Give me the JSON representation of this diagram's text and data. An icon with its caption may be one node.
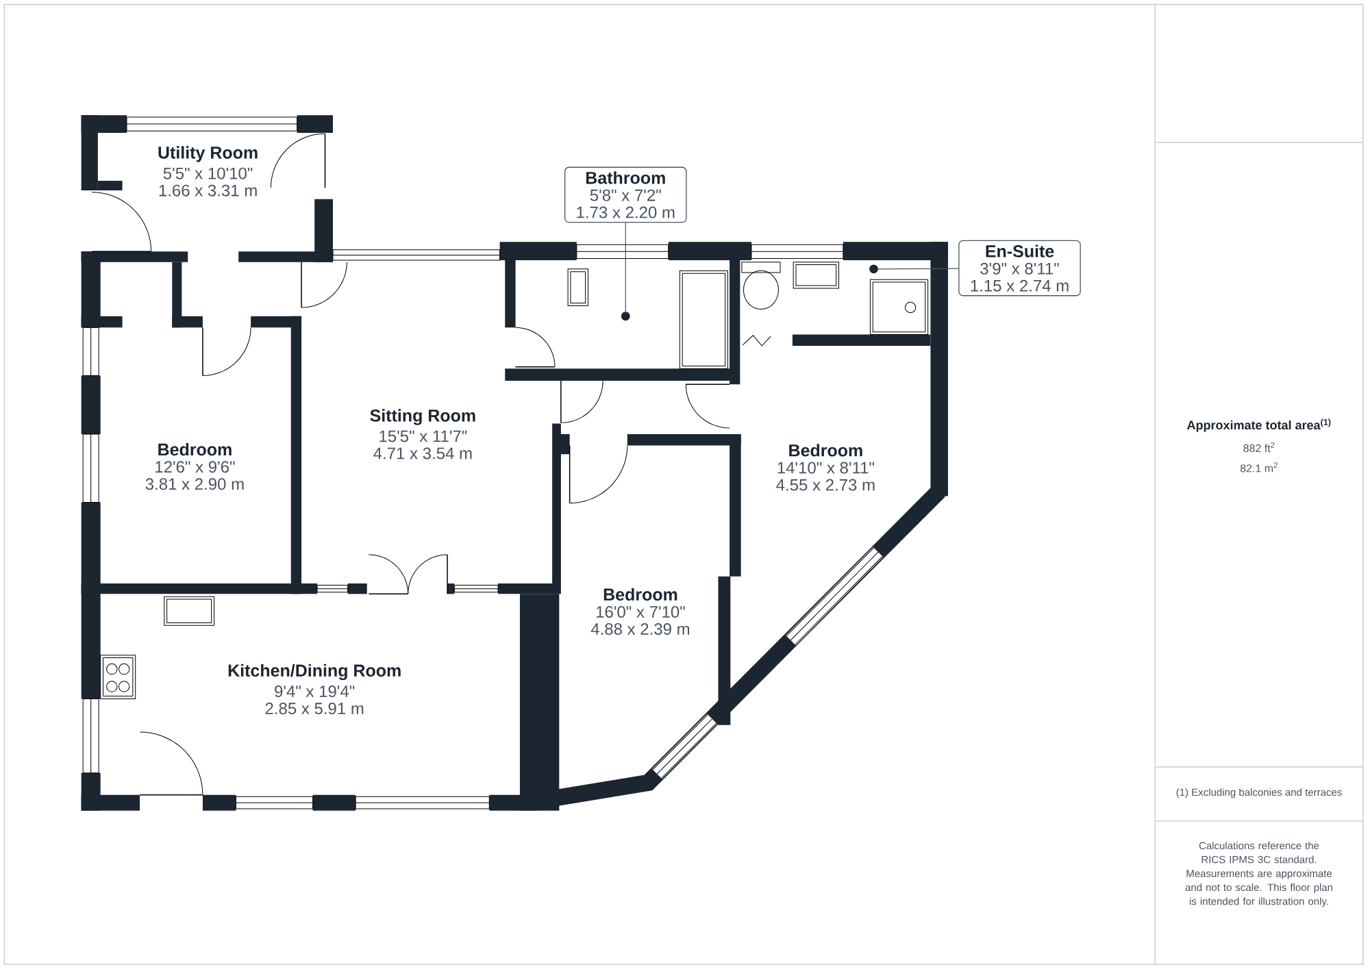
{
  "diagram": {
    "nodes": [
      {
        "text": [
          "Utility Room",
          "5'5\" x 10'10\"",
          "1.66 x 3.31 m"
        ]
      },
      {
        "text": [
          "Bathroom",
          "5'8\" x 7'2\"",
          "1.73 x 2.20 m"
        ]
      },
      {
        "text": [],
        "shape": "circle"
      },
      {
        "text": [
          "En-Suite",
          "3'9\" x 8'11\"",
          "1.15 x 2.74 m"
        ]
      },
      {
        "text": [],
        "shape": "circle"
      },
      {
        "text": [
          "Sitting Room",
          "15'5\" x 11'7\"",
          "4.71 x 3.54 m"
        ]
      },
      {
        "text": [
          "Bedroom",
          "12'6\" x 9'6\"",
          "3.81 x 2.90 m"
        ]
      },
      {
        "text": [
          "Bedroom",
          "14'10\" x 8'11\"",
          "4.55 x 2.73 m"
        ]
      },
      {
        "text": [
          "Bedroom",
          "16'0\" x 7'10\"",
          "4.88 x 2.39 m"
        ]
      },
      {
        "text": [
          "Kitchen/Dining Room",
          "9'4\" x 19'4\"",
          "2.85 x 5.91 m"
        ]
      }
    ],
    "edges": [
      {
        "from": 1,
        "to": 2,
        "arrow": "none"
      },
      {
        "from": 3,
        "to": 4,
        "arrow": "none"
      }
    ],
    "labels": [
      "Approximate total area$^{(1)}$",
      "882 ft$^{2}$",
      "82.1 m$^{2}$",
      "(1) Excluding balconies and terraces",
      "Calculations reference the RICS IPMS 3C standard. Measurements are approximate and not to scale. This floor plan is intended for illustration only."
    ]
  }
}
